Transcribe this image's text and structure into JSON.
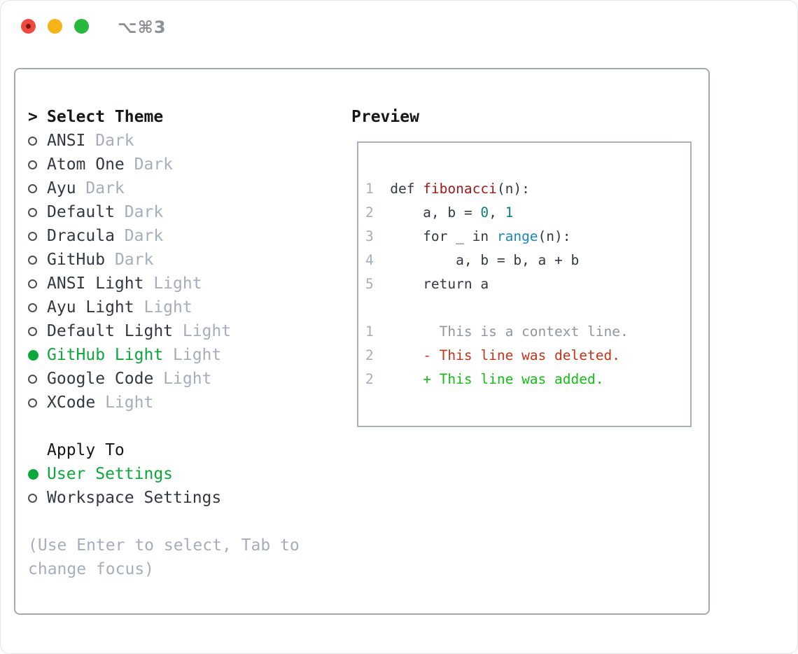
{
  "window": {
    "title": "⌥⌘3",
    "traffic_lights": [
      "close",
      "minimize",
      "zoom"
    ]
  },
  "theme_panel": {
    "prompt": ">",
    "title": "Select Theme",
    "themes": [
      {
        "name": "ANSI",
        "variant": "Dark",
        "selected": false
      },
      {
        "name": "Atom One",
        "variant": "Dark",
        "selected": false
      },
      {
        "name": "Ayu",
        "variant": "Dark",
        "selected": false
      },
      {
        "name": "Default",
        "variant": "Dark",
        "selected": false
      },
      {
        "name": "Dracula",
        "variant": "Dark",
        "selected": false
      },
      {
        "name": "GitHub",
        "variant": "Dark",
        "selected": false
      },
      {
        "name": "ANSI Light",
        "variant": "Light",
        "selected": false
      },
      {
        "name": "Ayu Light",
        "variant": "Light",
        "selected": false
      },
      {
        "name": "Default Light",
        "variant": "Light",
        "selected": false
      },
      {
        "name": "GitHub Light",
        "variant": "Light",
        "selected": true
      },
      {
        "name": "Google Code",
        "variant": "Light",
        "selected": false
      },
      {
        "name": "XCode",
        "variant": "Light",
        "selected": false
      }
    ],
    "apply_to": {
      "title": "Apply To",
      "options": [
        {
          "label": "User Settings",
          "selected": true
        },
        {
          "label": "Workspace Settings",
          "selected": false
        }
      ]
    },
    "hint_lines": [
      "(Use Enter to select, Tab to",
      "change focus)"
    ]
  },
  "preview": {
    "title": "Preview",
    "lines": [
      {
        "num": "1",
        "segs": [
          {
            "t": "def ",
            "c": "kw"
          },
          {
            "t": "fibonacci",
            "c": "fn"
          },
          {
            "t": "(n):",
            "c": "pl"
          }
        ]
      },
      {
        "num": "2",
        "segs": [
          {
            "t": "    a, b = ",
            "c": "pl"
          },
          {
            "t": "0",
            "c": "nu"
          },
          {
            "t": ", ",
            "c": "pl"
          },
          {
            "t": "1",
            "c": "nu"
          }
        ]
      },
      {
        "num": "3",
        "segs": [
          {
            "t": "    for _ in ",
            "c": "pl"
          },
          {
            "t": "range",
            "c": "fc"
          },
          {
            "t": "(n):",
            "c": "pl"
          }
        ]
      },
      {
        "num": "4",
        "segs": [
          {
            "t": "        a, b = b, a + b",
            "c": "pl"
          }
        ]
      },
      {
        "num": "5",
        "segs": [
          {
            "t": "    return a",
            "c": "pl"
          }
        ]
      },
      {
        "num": "",
        "segs": []
      },
      {
        "num": "1",
        "segs": [
          {
            "t": "      This is a context line.",
            "c": "ctx"
          }
        ]
      },
      {
        "num": "2",
        "segs": [
          {
            "t": "    ",
            "c": "pl"
          },
          {
            "t": "- This line was deleted.",
            "c": "del"
          }
        ]
      },
      {
        "num": "2",
        "segs": [
          {
            "t": "    ",
            "c": "pl"
          },
          {
            "t": "+ This line was added.",
            "c": "add"
          }
        ]
      }
    ]
  },
  "colors": {
    "accent_green": "#0ba83b",
    "added_green": "#13c113",
    "deleted_red": "#c93318",
    "function_red": "#aa1616",
    "builtin_blue": "#1a87c4",
    "number_teal": "#0d7f87",
    "muted_gray": "#a6aebb",
    "context_gray": "#8f979f",
    "line_number_gray": "#a4aebc",
    "text_dark": "#333941",
    "heading_black": "#14171a",
    "border_gray": "#a2aab4",
    "traffic_red": "#ee4b40",
    "traffic_yellow": "#f6b418",
    "traffic_green": "#27b93e"
  }
}
